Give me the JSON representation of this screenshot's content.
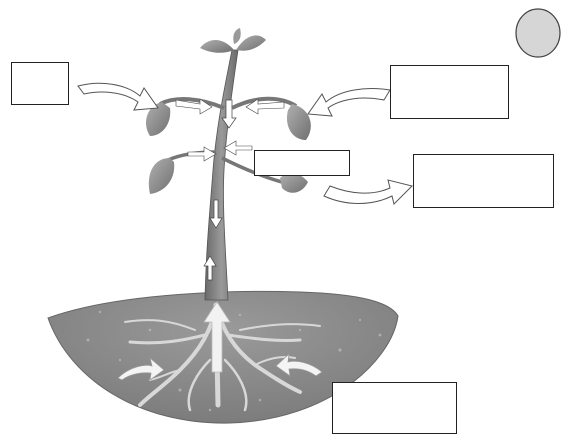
{
  "diagram": {
    "subject": "plant",
    "colors": {
      "soil": "#8c8c8c",
      "stem": "#777777",
      "leaf": "#8f8f8f",
      "arrow": "#ffffff",
      "sun": "#d6d6d6",
      "box_border": "#222222"
    },
    "icons": [
      "sun-icon",
      "leaf-icon",
      "root-icon",
      "flow-arrow-icon"
    ],
    "label_boxes": [
      {
        "id": "box-top-left",
        "text": ""
      },
      {
        "id": "box-top-right",
        "text": ""
      },
      {
        "id": "box-middle",
        "text": ""
      },
      {
        "id": "box-right",
        "text": ""
      },
      {
        "id": "box-bottom-right",
        "text": ""
      }
    ]
  }
}
